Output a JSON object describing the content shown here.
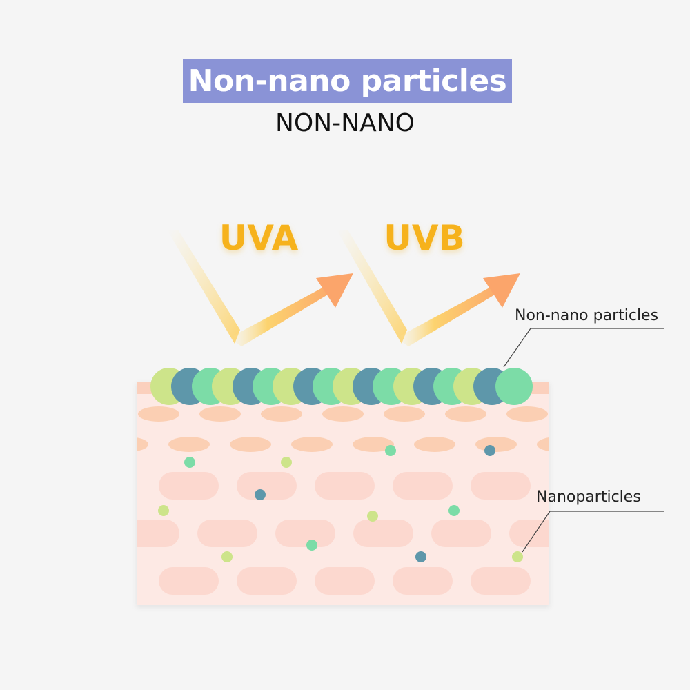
{
  "header": {
    "title": "Non-nano particles",
    "subtitle": "NON-NANO"
  },
  "rays": [
    {
      "label": "UVA"
    },
    {
      "label": "UVB"
    }
  ],
  "callouts": {
    "non_nano": "Non-nano particles",
    "nano": "Nanoparticles"
  },
  "colors": {
    "title_bg": "#8a93d6",
    "uv_text": "#f6b21b",
    "arrow_start": "#fbe7a8",
    "arrow_mid": "#fcd36f",
    "arrow_end": "#fba56b",
    "skin_bg": "#fde9e4",
    "skin_top": "#fbd0bd",
    "cell_oval": "#fbcfb3",
    "cell_rect": "#fcd8cf",
    "particle_lime": "#cde48a",
    "particle_teal": "#5e97aa",
    "particle_mint": "#7cdca7"
  }
}
